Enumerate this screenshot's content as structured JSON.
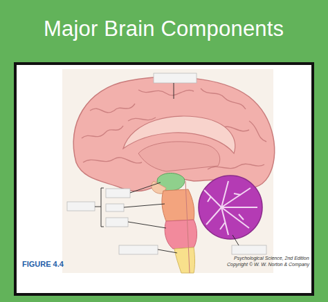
{
  "diagram": {
    "title": "Major Brain Components",
    "labels": [
      "FIGURE 4.4",
      "Psychological Science, 2nd Edition",
      "Copyright © W. W. Norton & Company"
    ]
  }
}
